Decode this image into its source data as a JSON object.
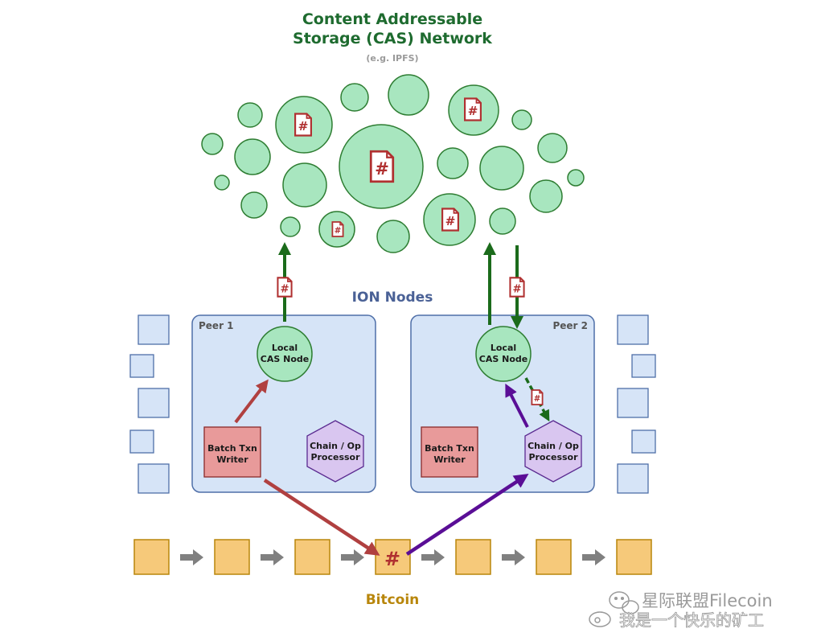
{
  "cas": {
    "title_line1": "Content Addressable",
    "title_line2": "Storage (CAS) Network",
    "subtitle": "(e.g. IPFS)"
  },
  "ion": {
    "title": "ION Nodes"
  },
  "peer1": {
    "label": "Peer 1",
    "cas_line1": "Local",
    "cas_line2": "CAS Node",
    "writer_line1": "Batch Txn",
    "writer_line2": "Writer",
    "processor_line1": "Chain / Op",
    "processor_line2": "Processor"
  },
  "peer2": {
    "label": "Peer 2",
    "cas_line1": "Local",
    "cas_line2": "CAS Node",
    "writer_line1": "Batch Txn",
    "writer_line2": "Writer",
    "processor_line1": "Chain / Op",
    "processor_line2": "Processor"
  },
  "bitcoin": {
    "label": "Bitcoin",
    "hash_symbol": "#"
  },
  "file_symbol": "#",
  "watermark": {
    "line1": "星际联盟Filecoin",
    "line2": "我是一个快乐的矿工"
  },
  "colors": {
    "cas_node_fill": "#a8e6bf",
    "cas_node_stroke": "#2e7d32",
    "peer_fill": "#d6e4f7",
    "peer_stroke": "#4f6fa8",
    "writer_fill": "#e89a9a",
    "processor_fill": "#d9c6f0",
    "block_fill": "#f6c97a",
    "green_arrow": "#1b6b1b",
    "red_arrow": "#b04040",
    "purple_arrow": "#5a0e96",
    "grey_arrow": "#808080"
  }
}
